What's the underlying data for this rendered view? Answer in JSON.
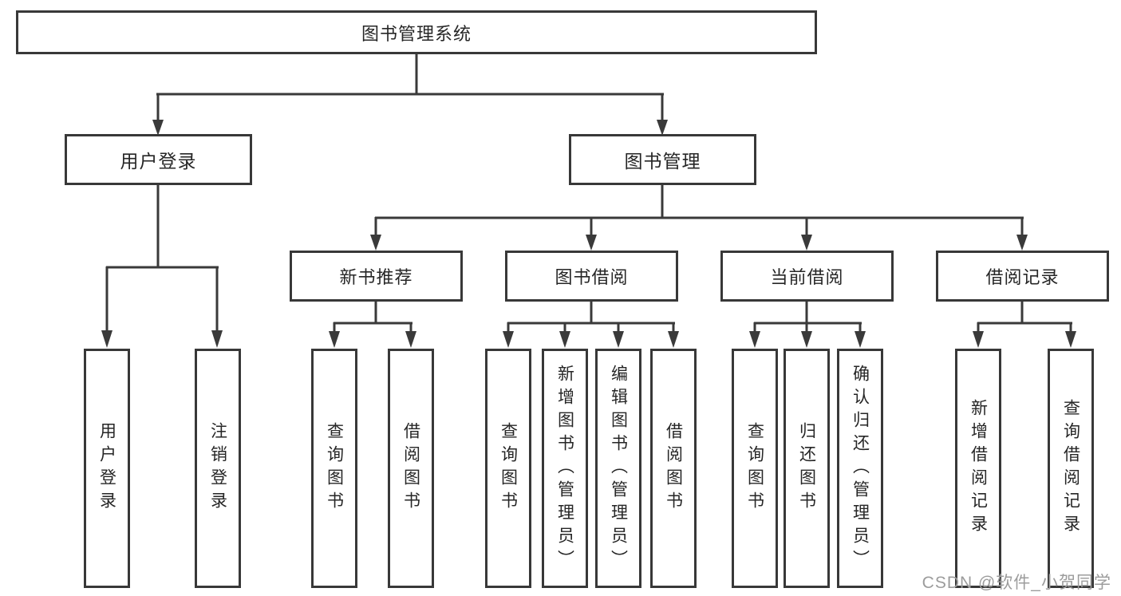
{
  "colors": {
    "background": "#ffffff",
    "line": "#3a3a3a",
    "box_border": "#383838",
    "text": "#262626",
    "watermark": "#9c9c9c"
  },
  "nodes": {
    "root": "图书管理系统",
    "level2": {
      "user_login": "用户登录",
      "book_management": "图书管理"
    },
    "level3": {
      "new_book_recommend": "新书推荐",
      "book_borrow": "图书借阅",
      "current_borrow": "当前借阅",
      "borrow_records": "借阅记录"
    },
    "leaves": {
      "user_login": "用户登录",
      "logout": "注销登录",
      "nb_query_books": "查询图书",
      "nb_borrow_books": "借阅图书",
      "bb_query_books": "查询图书",
      "bb_add_books_admin": "新增图书（管理员）",
      "bb_edit_books_admin": "编辑图书（管理员）",
      "bb_borrow_books": "借阅图书",
      "cb_query_books": "查询图书",
      "cb_return_books": "归还图书",
      "cb_confirm_return_admin": "确认归还（管理员）",
      "br_add_record": "新增借阅记录",
      "br_query_record": "查询借阅记录"
    }
  },
  "watermark": "CSDN @软件_小贺同学"
}
